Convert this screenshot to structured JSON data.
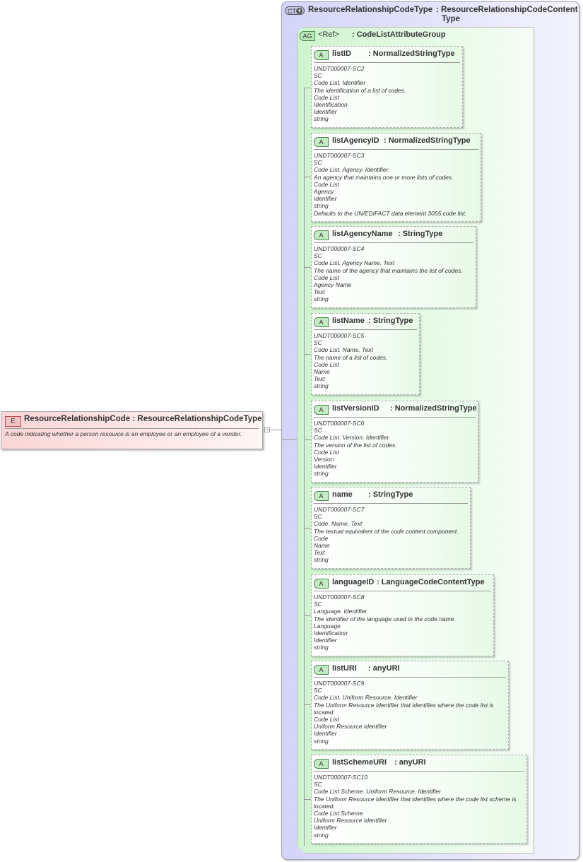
{
  "element": {
    "badge": "E",
    "name": "ResourceRelationshipCode",
    "type": ": ResourceRelationshipCodeType",
    "documentation": "A code indicating whether a person resource is an employee or an employee of a vendor.",
    "color": "#fbd6d6"
  },
  "complex_type": {
    "badge": "CT",
    "name": "ResourceRelationshipCodeType",
    "type_line1": ": ResourceRelationshipCodeContent",
    "type_line2": "Type",
    "color": "#d4d4f8"
  },
  "attribute_group": {
    "badge": "AG",
    "ref": "<Ref>",
    "type": ": CodeListAttributeGroup",
    "color": "#cdf5cd"
  },
  "attributes": [
    {
      "badge": "A",
      "name": "listID",
      "type": ": NormalizedStringType",
      "doc": [
        "UNDT000007-SC2",
        "SC",
        "Code List. Identifier",
        "The identification of a list of codes.",
        "Code List",
        "Identification",
        "Identifier",
        "string"
      ]
    },
    {
      "badge": "A",
      "name": "listAgencyID",
      "type": ": NormalizedStringType",
      "doc": [
        "UNDT000007-SC3",
        "SC",
        "Code List. Agency. Identifier",
        "An agency that maintains one or more lists of codes.",
        "Code List",
        "Agency",
        "Identifier",
        "string",
        "Defaults to the UN/EDIFACT data element 3055 code list."
      ]
    },
    {
      "badge": "A",
      "name": "listAgencyName",
      "type": ": StringType",
      "doc": [
        "UNDT000007-SC4",
        "SC",
        "Code List. Agency Name. Text",
        "The name of the agency that maintains the list of codes.",
        "Code List",
        "Agency Name",
        "Text",
        "string"
      ]
    },
    {
      "badge": "A",
      "name": "listName",
      "type": ": StringType",
      "doc": [
        "UNDT000007-SC5",
        "SC",
        "Code List. Name. Text",
        "The name of a list of codes.",
        "Code List",
        "Name",
        "Text",
        "string"
      ]
    },
    {
      "badge": "A",
      "name": "listVersionID",
      "type": ": NormalizedStringType",
      "doc": [
        "UNDT000007-SC6",
        "SC",
        "Code List. Version. Identifier",
        "The version of the list of codes.",
        "Code List",
        "Version",
        "Identifier",
        "string"
      ]
    },
    {
      "badge": "A",
      "name": "name",
      "type": ": StringType",
      "doc": [
        "UNDT000007-SC7",
        "SC",
        "Code. Name. Text",
        "The textual equivalent of the code content component.",
        "Code",
        "Name",
        "Text",
        "string"
      ]
    },
    {
      "badge": "A",
      "name": "languageID",
      "type": ": LanguageCodeContentType",
      "doc": [
        "UNDT000007-SC8",
        "SC",
        "Language. Identifier",
        "The identifier of the language used in the code name.",
        "Language",
        "Identification",
        "Identifier",
        "string"
      ]
    },
    {
      "badge": "A",
      "name": "listURI",
      "type": ": anyURI",
      "doc": [
        "UNDT000007-SC9",
        "SC",
        "Code List. Uniform Resource. Identifier",
        "The Uniform Resource Identifier that identifies where the code list is located.",
        "Code List",
        "Uniform Resource Identifier",
        "Identifier",
        "string"
      ]
    },
    {
      "badge": "A",
      "name": "listSchemeURI",
      "type": ": anyURI",
      "doc": [
        "UNDT000007-SC10",
        "SC",
        "Code List Scheme. Uniform Resource. Identifier",
        "The Uniform Resource Identifier that identifies where the code list scheme is located.",
        "Code List Scheme",
        "Uniform Resource Identifier",
        "Identifier",
        "string"
      ]
    }
  ]
}
